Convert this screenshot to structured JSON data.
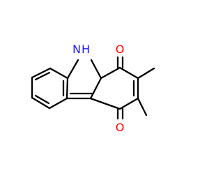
{
  "molecule": {
    "atoms": {
      "nh": {
        "element": "N",
        "hydrogen": "H",
        "color": "#1a1aff"
      },
      "o1": {
        "element": "O",
        "color": "#ff0000"
      },
      "o4": {
        "element": "O",
        "color": "#ff0000"
      }
    },
    "bond_color": "#000000",
    "background": "#ffffff"
  }
}
